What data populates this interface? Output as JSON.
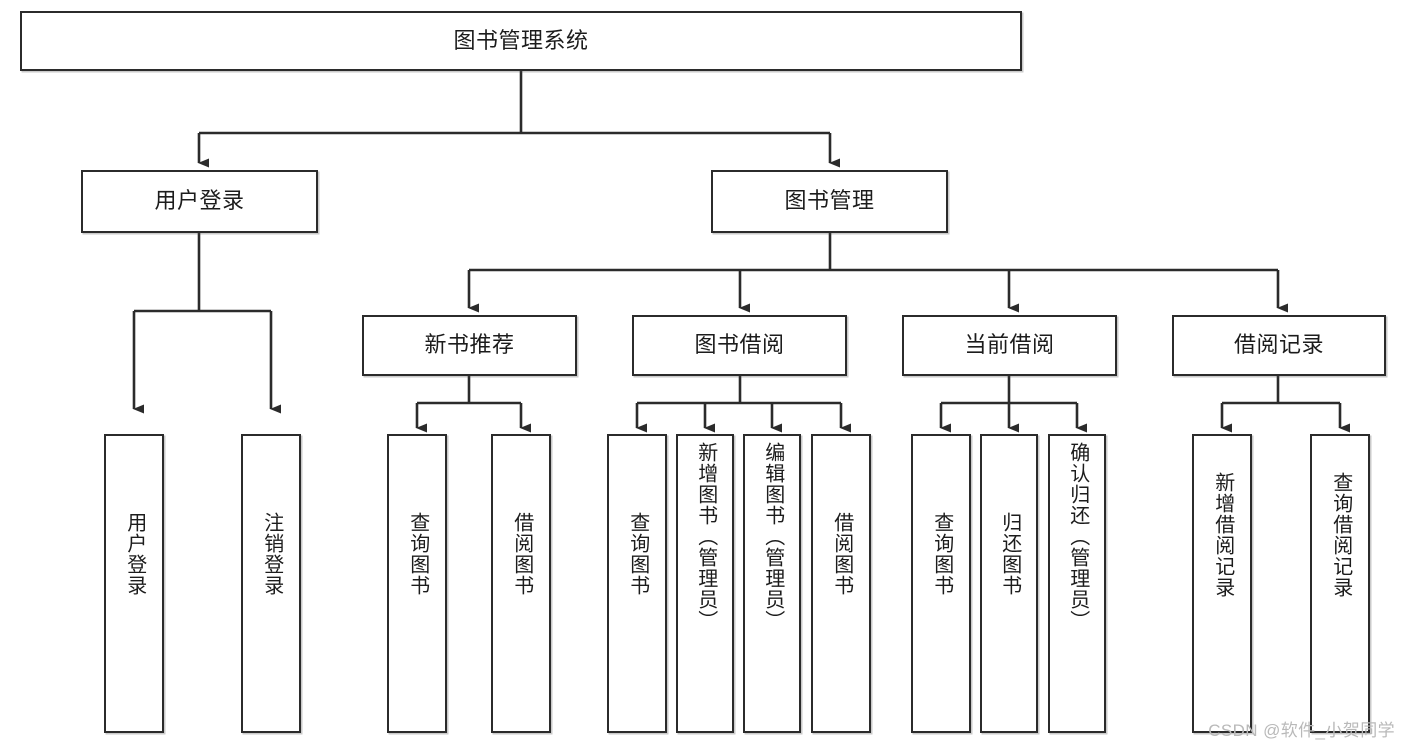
{
  "diagram": {
    "type": "tree-hierarchy-flowchart",
    "title": "图书管理系统",
    "watermark": "CSDN @软件_小贺同学",
    "colors": {
      "box_border": "#2b2b2b",
      "box_fill": "#ffffff",
      "connector": "#2b2b2b",
      "text": "#1c1c1c",
      "watermark": "#b9b9b9",
      "background": "#ffffff"
    },
    "levels": {
      "root": {
        "label": "图书管理系统"
      },
      "level2": [
        {
          "label": "用户登录"
        },
        {
          "label": "图书管理"
        }
      ],
      "level3": [
        {
          "label": "新书推荐"
        },
        {
          "label": "图书借阅"
        },
        {
          "label": "当前借阅"
        },
        {
          "label": "借阅记录"
        }
      ],
      "leaves": {
        "user_login": [
          {
            "label": "用户登录"
          },
          {
            "label": "注销登录"
          }
        ],
        "new_book_recommend": [
          {
            "label": "查询图书"
          },
          {
            "label": "借阅图书"
          }
        ],
        "book_borrow": [
          {
            "label": "查询图书"
          },
          {
            "label": "新增图书（管理员）"
          },
          {
            "label": "编辑图书（管理员）"
          },
          {
            "label": "借阅图书"
          }
        ],
        "current_borrow": [
          {
            "label": "查询图书"
          },
          {
            "label": "归还图书"
          },
          {
            "label": "确认归还（管理员）"
          }
        ],
        "borrow_record": [
          {
            "label": "新增借阅记录"
          },
          {
            "label": "查询借阅记录"
          }
        ]
      }
    }
  }
}
